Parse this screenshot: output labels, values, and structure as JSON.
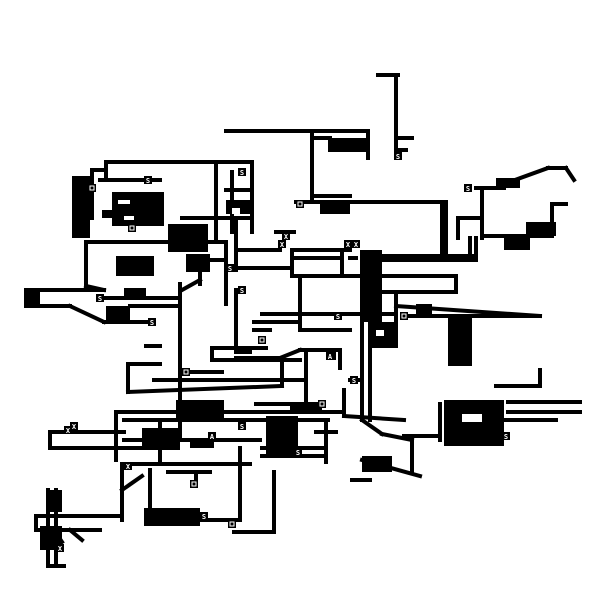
{
  "map": {
    "background_color": "#ffffff",
    "wall_color": "#000000",
    "marker_color": "#ffffff",
    "view": "top-down dungeon / level map",
    "markers": [
      {
        "kind": "S",
        "label": "S"
      },
      {
        "kind": "A",
        "label": "A"
      },
      {
        "kind": "X",
        "label": "X"
      },
      {
        "kind": "door",
        "label": ""
      }
    ]
  }
}
